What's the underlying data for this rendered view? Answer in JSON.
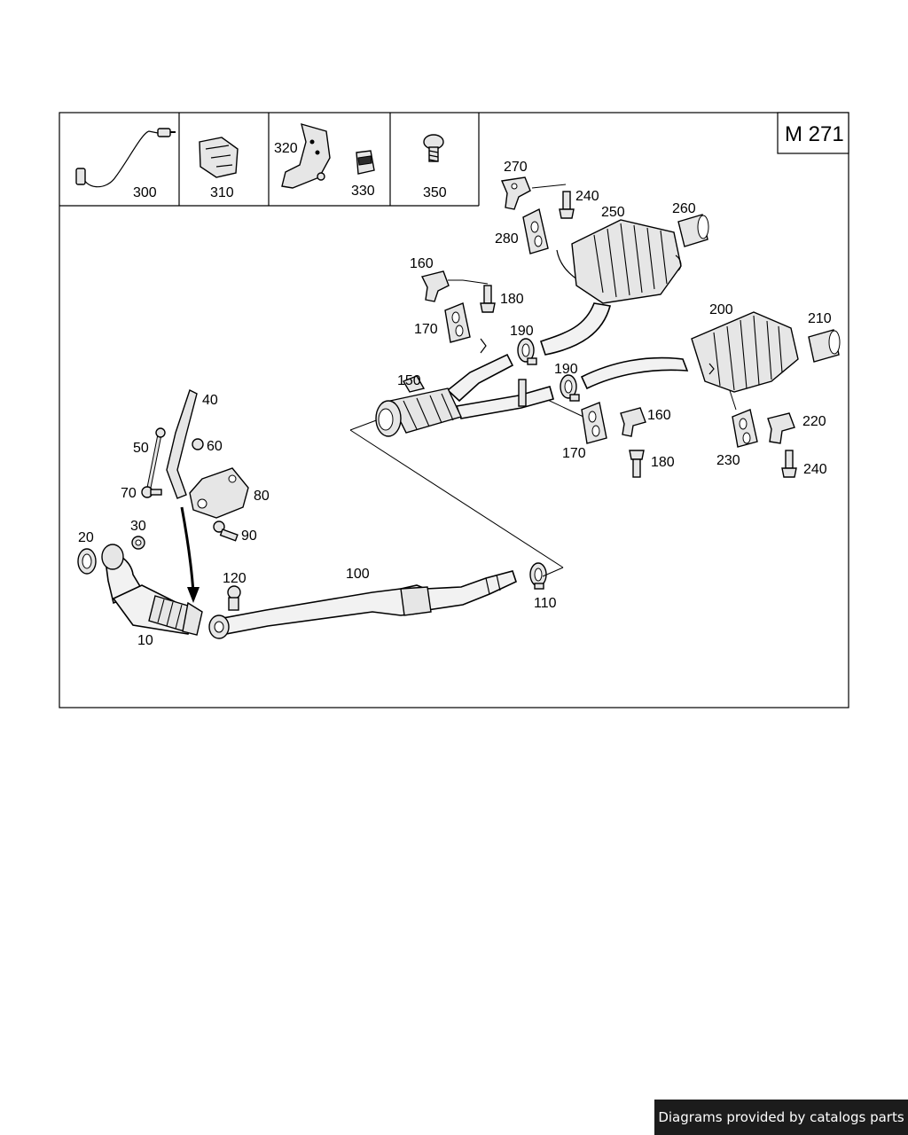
{
  "diagram": {
    "model": "M 271",
    "callouts": {
      "c10": "10",
      "c20": "20",
      "c30": "30",
      "c40": "40",
      "c50": "50",
      "c60": "60",
      "c70": "70",
      "c80": "80",
      "c90": "90",
      "c100": "100",
      "c110": "110",
      "c120": "120",
      "c150": "150",
      "c160a": "160",
      "c160b": "160",
      "c170a": "170",
      "c170b": "170",
      "c180a": "180",
      "c180b": "180",
      "c190a": "190",
      "c190b": "190",
      "c200": "200",
      "c210": "210",
      "c220": "220",
      "c230": "230",
      "c240a": "240",
      "c240b": "240",
      "c250": "250",
      "c260": "260",
      "c270": "270",
      "c280": "280",
      "c300": "300",
      "c310": "310",
      "c320": "320",
      "c330": "330",
      "c350": "350"
    }
  },
  "footer": {
    "text": "Diagrams provided by catalogs parts"
  }
}
